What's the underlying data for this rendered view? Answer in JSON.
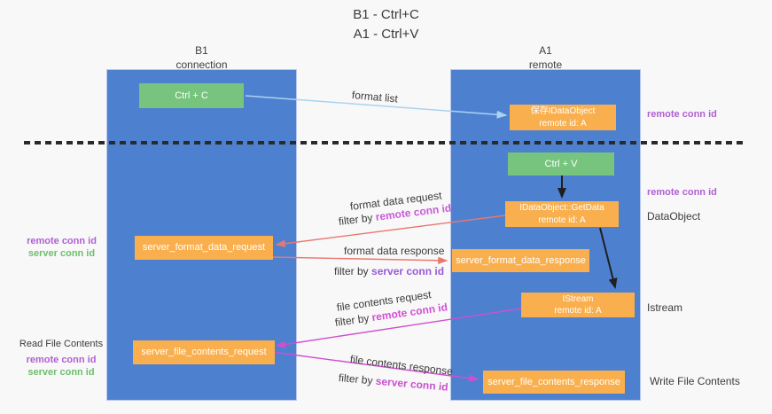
{
  "title": {
    "line1": "B1 - Ctrl+C",
    "line2": "A1 - Ctrl+V"
  },
  "columns": {
    "b1": {
      "name": "B1",
      "subtitle": "connection"
    },
    "a1": {
      "name": "A1",
      "subtitle": "remote"
    }
  },
  "nodes": {
    "ctrl_c": "Ctrl + C",
    "ctrl_v": "Ctrl + V",
    "save_dataobject": {
      "line1": "保存IDataObject",
      "line2": "remote id: A"
    },
    "getdata": {
      "line1": "IDataObject::GetData",
      "line2": "remote id: A"
    },
    "istream": {
      "line1": "IStream",
      "line2": "remote id: A"
    },
    "format_request": "server_format_data_request",
    "format_response": "server_format_data_response",
    "file_request": "server_file_contents_request",
    "file_response": "server_file_contents_response"
  },
  "messages": {
    "format_list": "format list",
    "format_request": {
      "title": "format data request",
      "filter_prefix": "filter by ",
      "filter_key": "remote conn id"
    },
    "format_response": {
      "title": "format data response",
      "filter_prefix": "filter by ",
      "filter_key": "server conn id"
    },
    "file_request": {
      "title": "file contents request",
      "filter_prefix": "filter by ",
      "filter_key": "remote conn id"
    },
    "file_response": {
      "title": "file contents response",
      "filter_prefix": "filter by ",
      "filter_key": "server conn id"
    }
  },
  "side_labels": {
    "remote_conn_id_top": "remote conn id",
    "remote_conn_id_mid": "remote conn id",
    "dataobject": "DataObject",
    "istream": "Istream",
    "read_file_contents": "Read File Contents",
    "write_file_contents": "Write File Contents",
    "format_left": {
      "remote": "remote conn id",
      "server": "server conn id"
    },
    "file_left": {
      "remote": "remote conn id",
      "server": "server conn id"
    }
  },
  "colors": {
    "background": "#f8f8f8",
    "lifeline_blue": "#4e80d0",
    "node_green": "#76c47e",
    "node_orange": "#f9af4d",
    "arrow_lightblue": "#a9d3f0",
    "arrow_black": "#1f1f1f",
    "arrow_salmon": "#e8786f",
    "arrow_magenta": "#cf4fd0",
    "label_purple": "#b05fd3",
    "label_green": "#6cbf6c",
    "dash_black": "#2a2a2a"
  }
}
